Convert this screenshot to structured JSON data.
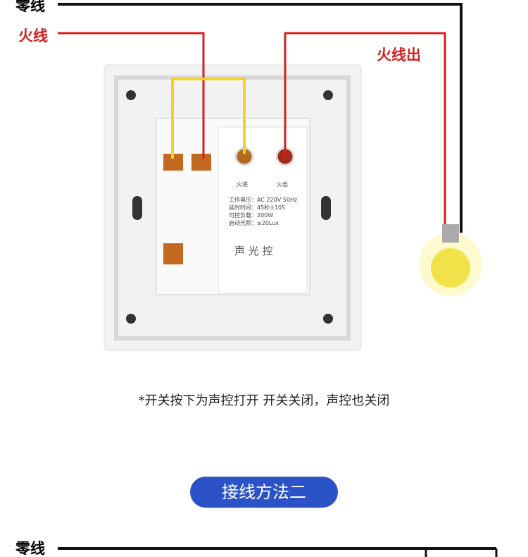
{
  "labels": {
    "neutral_top": "零线",
    "live_in": "火线",
    "live_out": "火线出",
    "neutral_bottom": "零线"
  },
  "module": {
    "port_in": "火进",
    "port_out": "火出",
    "specs": [
      "工作电压：AC 220V 50Hz",
      "延时时间：45秒±10S",
      "可控负载：200W",
      "启动光照：≤20Lux"
    ],
    "name": "声 光 控"
  },
  "note": "*开关按下为声控打开 开关关闭，声控也关闭",
  "method_button": "接线方法二",
  "colors": {
    "live": "#d42020",
    "neutral": "#111111",
    "bridge": "#f2d22a",
    "button": "#2b52c6"
  }
}
